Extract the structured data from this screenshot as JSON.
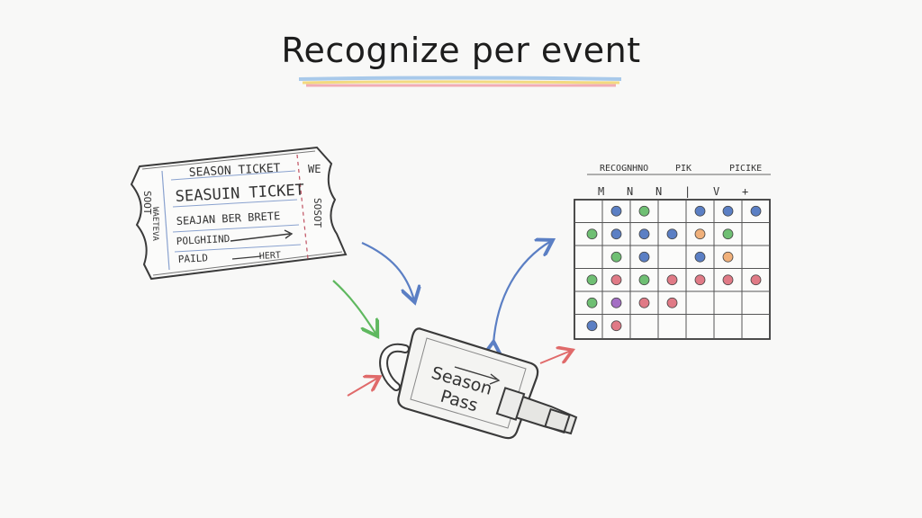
{
  "title": "Recognize per event",
  "ticket": {
    "header": "SEASON TICKET",
    "stub_label": "WE",
    "line1": "SEASUIN TICKET",
    "line2": "SEAJAN BER BRETE",
    "line3": "POLGHIIND",
    "line4": "PAILD",
    "line4b": "HERT",
    "side_left": "SOOT",
    "side_left2": "WAETEVA",
    "side_right": "SOSOT"
  },
  "pass": {
    "line1": "Season",
    "line2": "Pass"
  },
  "calendar": {
    "headers": [
      "RECOGNHNO",
      "PIK",
      "PICIKE"
    ],
    "days": [
      "M",
      "N",
      "N",
      "|",
      "V",
      "+"
    ],
    "dots": [
      [
        null,
        "#5b7fc4",
        "#6fbf73",
        null,
        "#5b7fc4",
        "#5b7fc4",
        "#5b7fc4"
      ],
      [
        "#6fbf73",
        "#5b7fc4",
        "#5b7fc4",
        "#5b7fc4",
        "#f0b07a",
        "#6fbf73",
        null
      ],
      [
        null,
        "#6fbf73",
        "#5b7fc4",
        null,
        "#5b7fc4",
        "#f0b07a",
        null
      ],
      [
        "#6fbf73",
        "#e07a86",
        "#6fbf73",
        "#e07a86",
        "#e07a86",
        "#e07a86",
        "#e07a86"
      ],
      [
        "#6fbf73",
        "#a46fc4",
        "#e07a86",
        "#e07a86",
        null,
        null,
        null
      ],
      [
        "#5b7fc4",
        "#e07a86",
        null,
        null,
        null,
        null,
        null
      ]
    ]
  },
  "colors": {
    "ink": "#3a3a3a",
    "blue": "#5b7fc4",
    "green": "#5fb85f",
    "red": "#e06a6a",
    "underline": [
      "#9fc3e8",
      "#f2d56b",
      "#f0a0a8"
    ]
  }
}
